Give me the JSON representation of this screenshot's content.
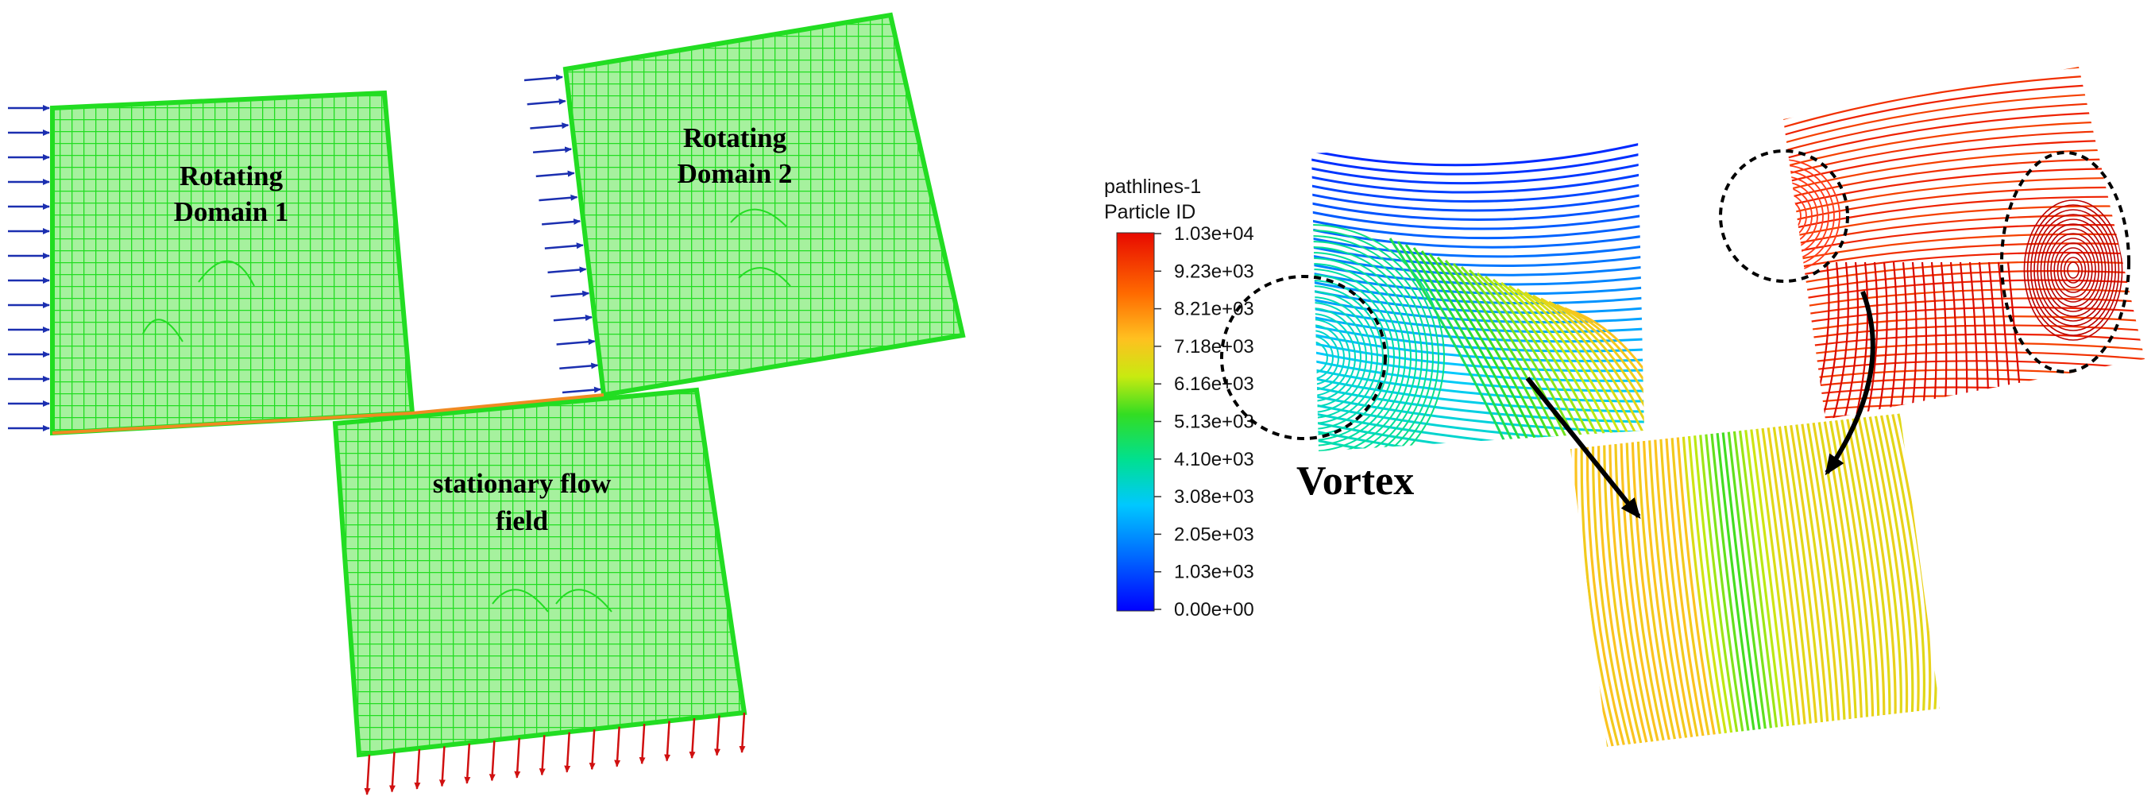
{
  "left_panel": {
    "domain1": {
      "line1": "Rotating",
      "line2": "Domain 1"
    },
    "domain2": {
      "line1": "Rotating",
      "line2": "Domain 2"
    },
    "stationary": {
      "line1": "stationary flow",
      "line2": "field"
    },
    "colors": {
      "mesh": "#22dd22",
      "mesh_bg": "#a6f19e",
      "inlet_arrow": "#1b2fb0",
      "outlet_arrow": "#d01010",
      "interface": "#f08a22"
    }
  },
  "right_panel": {
    "legend": {
      "title_line1": "pathlines-1",
      "title_line2": "Particle ID",
      "ticks": [
        "1.03e+04",
        "9.23e+03",
        "8.21e+03",
        "7.18e+03",
        "6.16e+03",
        "5.13e+03",
        "4.10e+03",
        "3.08e+03",
        "2.05e+03",
        "1.03e+03",
        "0.00e+00"
      ],
      "colormap": [
        "#0000ff",
        "#00aaff",
        "#00e0a0",
        "#22dd33",
        "#ccee11",
        "#ffaa22",
        "#ff6a00",
        "#ee1100"
      ]
    },
    "annotation": "Vortex"
  }
}
